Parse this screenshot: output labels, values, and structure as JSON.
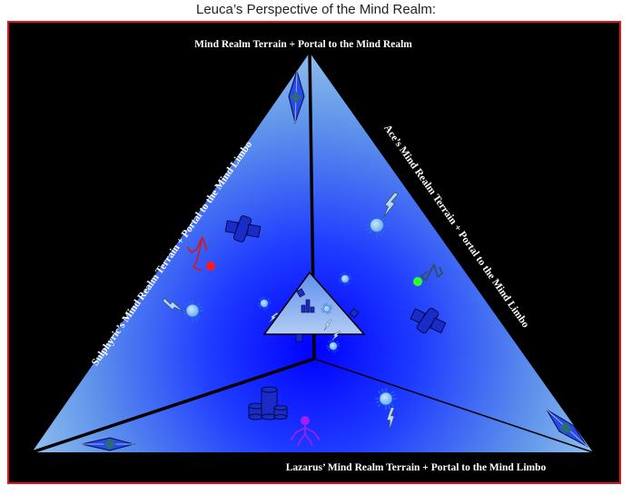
{
  "page_title": "Leuca’s Perspective of the Mind Realm:",
  "labels": {
    "top": "Mind Realm Terrain + Portal to the Mind Realm",
    "left": "Sulphyric’s Mind Realm Terrain + Portal to the Mind Limbo",
    "right": "Ace’s Mind Realm Terrain + Portal to the Mind Limbo",
    "bottom": "Lazarus’ Mind Realm Terrain + Portal to the Mind Limbo"
  },
  "colors": {
    "border": "#e0141b",
    "background": "#000000",
    "glow_center": "#0000ff",
    "glow_edge": "#7fb2ea",
    "figure_sulphyric": "#ff1a1a",
    "figure_ace": "#2bff2b",
    "figure_lazarus": "#a020f0"
  },
  "icons": [
    "crystal-portal-icon",
    "satellite-icon",
    "sun-star-icon",
    "cylinder-tower-icon",
    "stick-figure-icon"
  ]
}
